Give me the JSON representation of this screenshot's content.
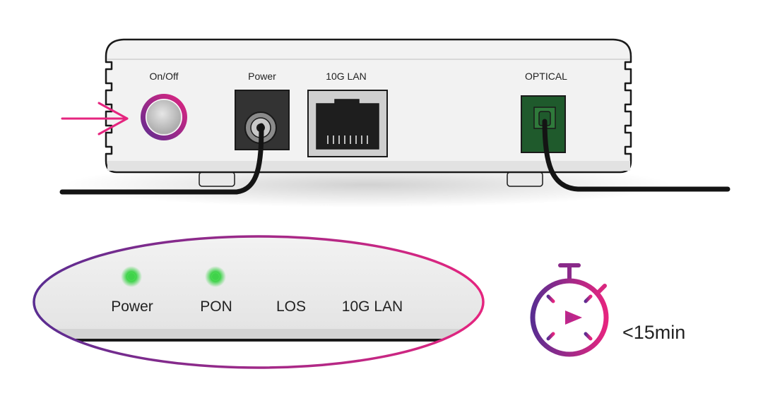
{
  "device_back": {
    "ports": {
      "onoff_label": "On/Off",
      "power_label": "Power",
      "lan_label": "10G LAN",
      "optical_label": "OPTICAL"
    }
  },
  "led_panel": {
    "leds": [
      {
        "label": "Power",
        "lit": true
      },
      {
        "label": "PON",
        "lit": true
      },
      {
        "label": "LOS",
        "lit": false
      },
      {
        "label": "10G LAN",
        "lit": false
      }
    ]
  },
  "timer": {
    "text": "<15min"
  },
  "colors": {
    "accent_pink": "#e5257f",
    "accent_purple": "#5a2d91",
    "led_green": "#3fd24a",
    "optical_green": "#1f5a2c",
    "device_body": "#f2f2f2",
    "outline": "#1a1a1a"
  }
}
